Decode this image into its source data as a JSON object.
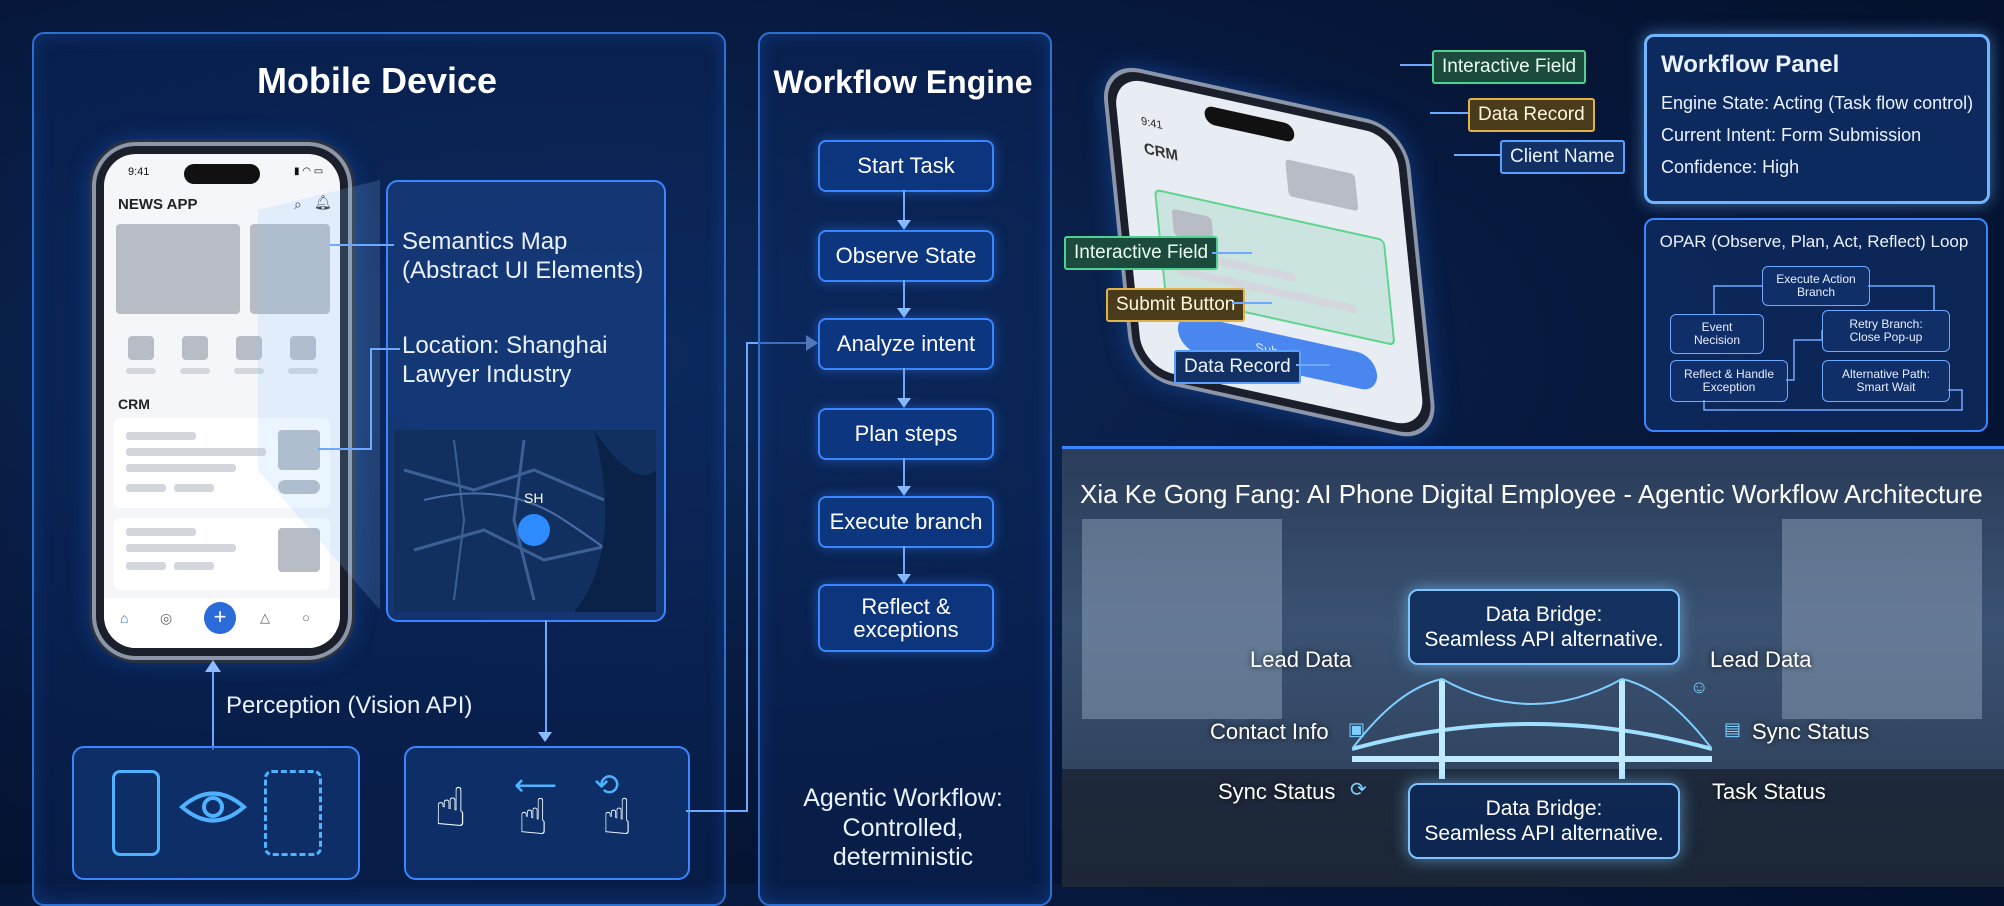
{
  "mobile_device": {
    "title": "Mobile Device",
    "phone_time": "9:41",
    "app_name": "NEWS APP",
    "crm_label": "CRM",
    "semantics_map_label": "Semantics Map\n(Abstract UI Elements)",
    "location_label": "Location: Shanghai\nLawyer Industry",
    "map_pin": "SH",
    "perception_label": "Perception (Vision API)"
  },
  "workflow_engine": {
    "title": "Workflow Engine",
    "steps": [
      "Start Task",
      "Observe State",
      "Analyze intent",
      "Plan steps",
      "Execute branch",
      "Reflect &\nexceptions"
    ],
    "footer": "Agentic Workflow:\nControlled,\ndeterministic"
  },
  "crm_phone": {
    "time": "9:41",
    "app": "CRM",
    "submit_text": "Submit!",
    "labels": {
      "interactive_field_top": "Interactive Field",
      "data_record_top": "Data Record",
      "client_name": "Client Name",
      "interactive_field_left": "Interactive Field",
      "submit_button": "Submit Button",
      "data_record_left": "Data Record"
    }
  },
  "workflow_panel": {
    "title": "Workflow Panel",
    "lines": [
      "Engine State: Acting (Task flow control)",
      "Current Intent: Form Submission",
      "Confidence: High"
    ]
  },
  "opar": {
    "title": "OPAR (Observe, Plan, Act, Reflect) Loop",
    "nodes": {
      "execute_action": "Execute Action\nBranch",
      "event_decision": "Event\nNecision",
      "retry_branch": "Retry Branch:\nClose Pop-up",
      "reflect_handle": "Reflect & Handle\nException",
      "alternative_path": "Alternative Path:\nSmart Wait"
    }
  },
  "banner": {
    "title": "Xia Ke Gong Fang: AI Phone Digital Employee - Agentic Workflow Architecture",
    "bridge_top": "Data Bridge:\nSeamless API alternative.",
    "bridge_bottom": "Data Bridge:\nSeamless API alternative.",
    "left_items": [
      "Lead Data",
      "Contact Info",
      "Sync Status"
    ],
    "right_items": [
      "Lead Data",
      "Sync Status",
      "Task Status"
    ]
  },
  "colors": {
    "accent": "#3a86ff",
    "panel_border": "#2f6fd0",
    "green_label": "#4fd18f",
    "brown_label": "#e0b24a"
  }
}
